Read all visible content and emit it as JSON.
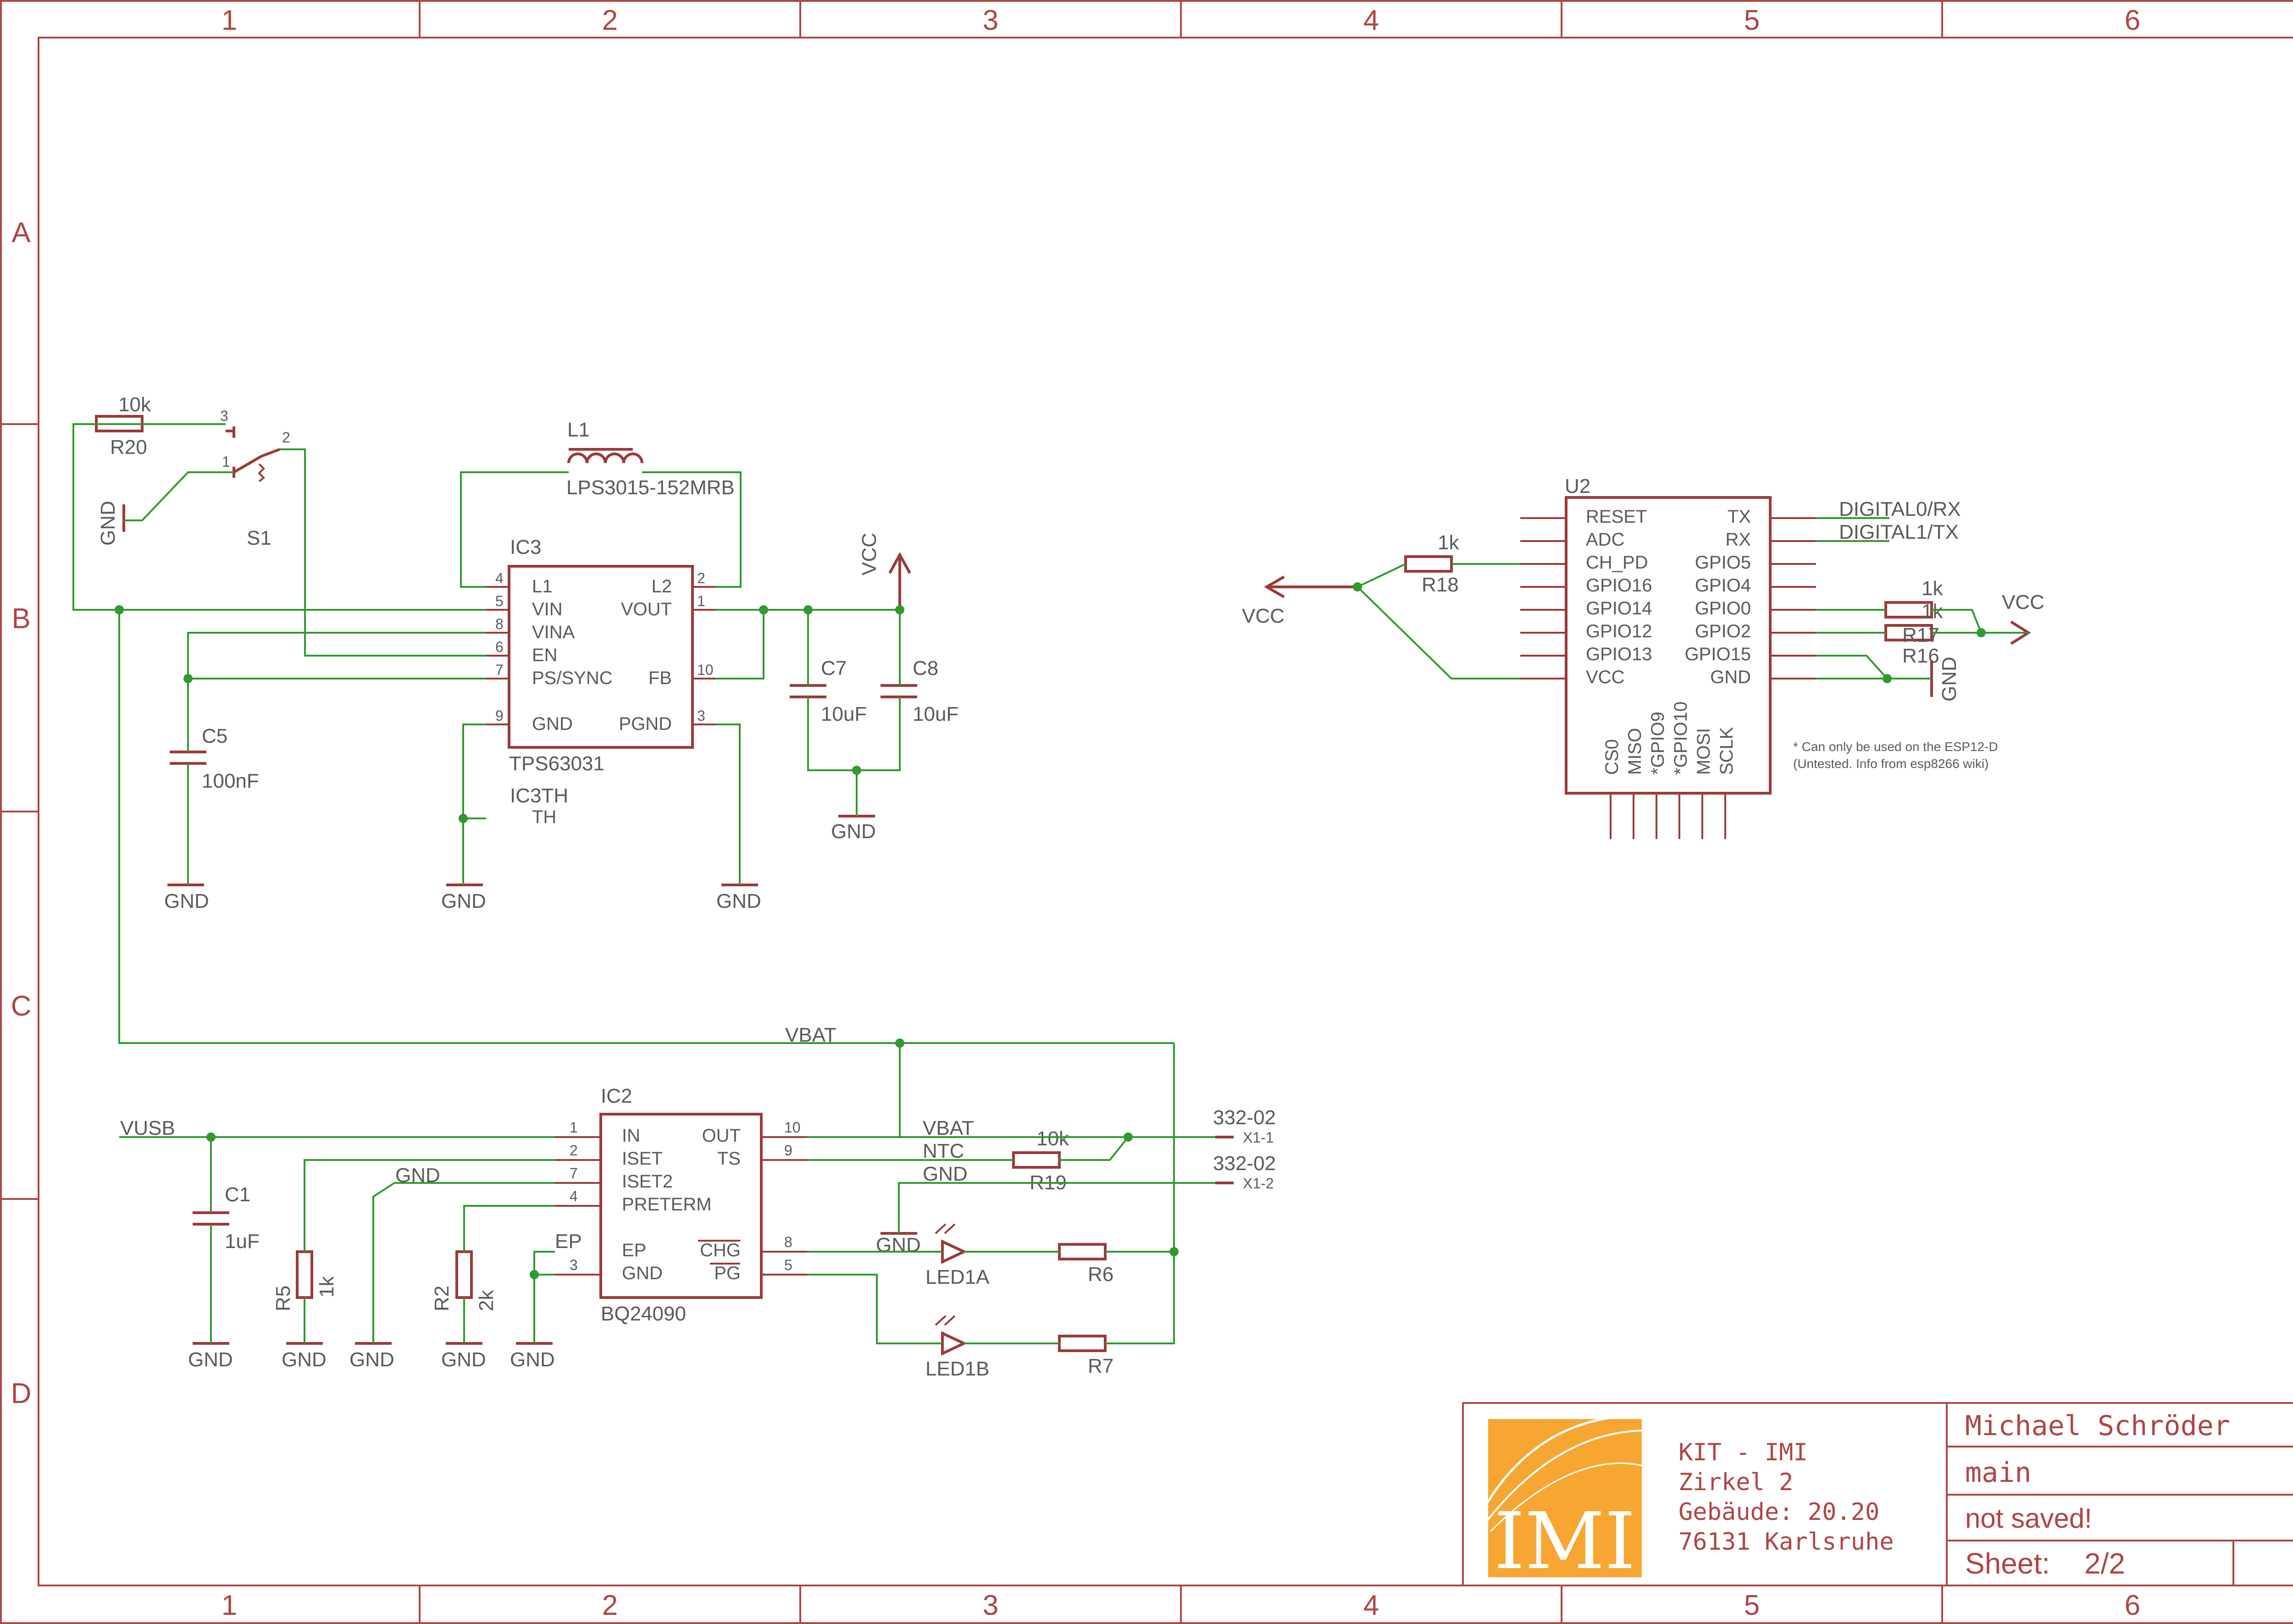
{
  "frame": {
    "columns": [
      "1",
      "2",
      "3",
      "4",
      "5",
      "6"
    ],
    "rows": [
      "A",
      "B",
      "C",
      "D"
    ]
  },
  "parts": {
    "r20": {
      "ref": "R20",
      "value": "10k"
    },
    "s1": {
      "ref": "S1",
      "pin1": "1",
      "pin2": "2",
      "pin3": "3"
    },
    "l1": {
      "ref": "L1",
      "value": "LPS3015-152MRB"
    },
    "ic3": {
      "ref": "IC3",
      "value": "TPS63031",
      "pins": {
        "L1": "L1",
        "VIN": "VIN",
        "VINA": "VINA",
        "EN": "EN",
        "PSSYNC": "PS/SYNC",
        "GND": "GND",
        "L2": "L2",
        "VOUT": "VOUT",
        "FB": "FB",
        "PGND": "PGND"
      },
      "pin_numbers": {
        "L1": "4",
        "VIN": "5",
        "VINA": "8",
        "EN": "6",
        "PSSYNC": "7",
        "GND": "9",
        "L2": "2",
        "VOUT": "1",
        "FB": "10",
        "PGND": "3"
      }
    },
    "ic3th": {
      "ref": "IC3TH",
      "pin": "TH"
    },
    "c5": {
      "ref": "C5",
      "value": "100nF"
    },
    "c7": {
      "ref": "C7",
      "value": "10uF"
    },
    "c8": {
      "ref": "C8",
      "value": "10uF"
    },
    "u2": {
      "ref": "U2",
      "left_pins": [
        "RESET",
        "ADC",
        "CH_PD",
        "GPIO16",
        "GPIO14",
        "GPIO12",
        "GPIO13",
        "VCC"
      ],
      "right_pins": [
        "TX",
        "RX",
        "GPIO5",
        "GPIO4",
        "GPIO0",
        "GPIO2",
        "GPIO15",
        "GND"
      ],
      "bottom_pins": [
        "CS0",
        "MISO",
        "*GPIO9",
        "*GPIO10",
        "MOSI",
        "SCLK"
      ],
      "note_line1": "* Can only be used on the ESP12-D",
      "note_line2": "(Untested. Info from esp8266 wiki)"
    },
    "r18": {
      "ref": "R18",
      "value": "1k"
    },
    "r17": {
      "ref": "R17",
      "value": "1k"
    },
    "r16": {
      "ref": "R16",
      "value": "1k"
    },
    "ic2": {
      "ref": "IC2",
      "value": "BQ24090",
      "left_pins": [
        "IN",
        "ISET",
        "ISET2",
        "PRETERM",
        "EP",
        "GND"
      ],
      "right_pins": [
        "OUT",
        "TS",
        "CHG",
        "PG"
      ],
      "left_numbers": [
        "1",
        "2",
        "7",
        "4",
        "",
        "3"
      ],
      "right_numbers": [
        "10",
        "9",
        "8",
        "5"
      ]
    },
    "c1": {
      "ref": "C1",
      "value": "1uF"
    },
    "r5": {
      "ref": "R5",
      "value": "1k"
    },
    "r2": {
      "ref": "R2",
      "value": "2k"
    },
    "r19": {
      "ref": "R19",
      "value": "10k"
    },
    "r6": {
      "ref": "R6"
    },
    "r7": {
      "ref": "R7"
    },
    "led1a": {
      "ref": "LED1A"
    },
    "led1b": {
      "ref": "LED1B"
    },
    "x1": {
      "type": "332-02",
      "pin1": "X1-1",
      "pin2": "X1-2"
    }
  },
  "nets": {
    "gnd": "GND",
    "vcc": "VCC",
    "vbat": "VBAT",
    "vusb": "VUSB",
    "ntc": "NTC",
    "ep": "EP",
    "digital0": "DIGITAL0/RX",
    "digital1": "DIGITAL1/TX"
  },
  "title_block": {
    "org_line1": "KIT - IMI",
    "org_line2": "Zirkel 2",
    "org_line3": "Gebäude: 20.20",
    "org_line4": "76131 Karlsruhe",
    "logo_text": "IMI",
    "author": "Michael Schröder",
    "sheet_name": "main",
    "status": "not saved!",
    "sheet_label": "Sheet:",
    "sheet_number": "2/2"
  },
  "colors": {
    "frame": "#b04545",
    "part": "#9c3a3a",
    "wire": "#2f9a2f",
    "text": "#5a5a5a",
    "logo": "#f7a632"
  }
}
